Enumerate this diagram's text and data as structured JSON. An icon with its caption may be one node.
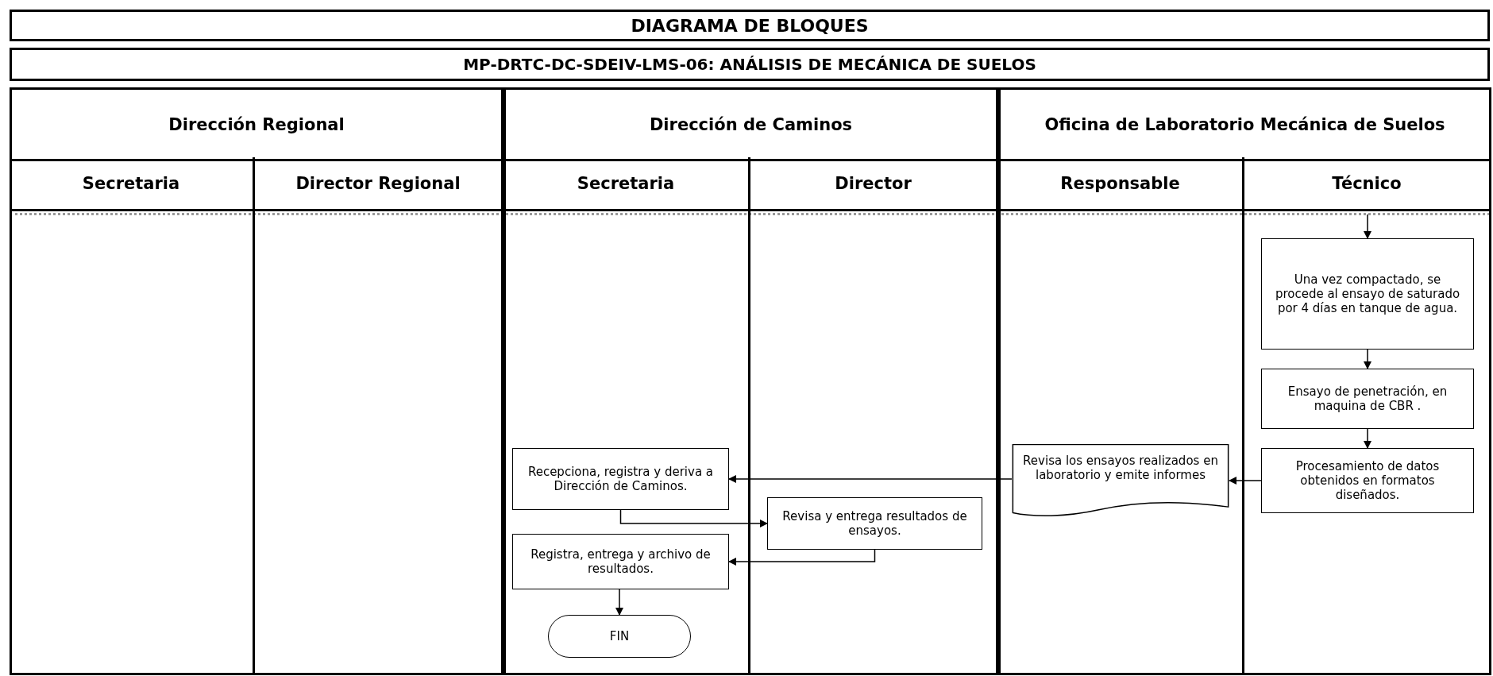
{
  "diagram": {
    "title": "DIAGRAMA DE BLOQUES",
    "nodes": [
      {
        "text": [
          "Dirección Regional"
        ]
      },
      {
        "text": [
          "Secretaria"
        ],
        "in": 0
      },
      {
        "text": [
          "Director Regional"
        ],
        "in": 0
      },
      {
        "text": [
          "Dirección de Caminos"
        ]
      },
      {
        "text": [
          "Secretaria"
        ],
        "in": 3
      },
      {
        "text": [
          "Director"
        ],
        "in": 3
      },
      {
        "text": [
          "Oficina de Laboratorio Mecánica de Suelos"
        ]
      },
      {
        "text": [
          "Responsable"
        ],
        "in": 6
      },
      {
        "text": [
          "Técnico"
        ],
        "in": 6
      },
      {
        "text": [
          "Una vez compactado, se procede al ensayo de saturado por 4 días en tanque de agua."
        ],
        "in": 8
      },
      {
        "text": [
          "Ensayo de penetración, en maquina de CBR ."
        ],
        "in": 8
      },
      {
        "text": [
          "Procesamiento de datos obtenidos en formatos diseñados."
        ],
        "in": 8
      },
      {
        "text": [
          "Revisa los ensayos realizados en laboratorio y emite informes"
        ],
        "in": 7
      },
      {
        "text": [
          "Recepciona, registra y deriva a Dirección de Caminos."
        ],
        "in": 4
      },
      {
        "text": [
          "Revisa y entrega resultados de ensayos."
        ],
        "in": 5
      },
      {
        "text": [
          "Registra, entrega y archivo de resultados."
        ],
        "in": 4
      },
      {
        "text": [
          "FIN"
        ],
        "in": 4
      }
    ],
    "edges": [
      {
        "from": null,
        "to": 9,
        "arrow": "to"
      },
      {
        "from": 9,
        "to": 10,
        "arrow": "to"
      },
      {
        "from": 10,
        "to": 11,
        "arrow": "to"
      },
      {
        "from": 11,
        "to": 12,
        "arrow": "to"
      },
      {
        "from": 12,
        "to": 13,
        "arrow": "to"
      },
      {
        "from": 13,
        "to": 14,
        "arrow": "to"
      },
      {
        "from": 14,
        "to": 15,
        "arrow": "to"
      },
      {
        "from": 15,
        "to": 16,
        "arrow": "to"
      }
    ],
    "labels": [
      "MP-DRTC-DC-SDEIV-LMS-06: ANÁLISIS DE MECÁNICA DE SUELOS"
    ]
  }
}
